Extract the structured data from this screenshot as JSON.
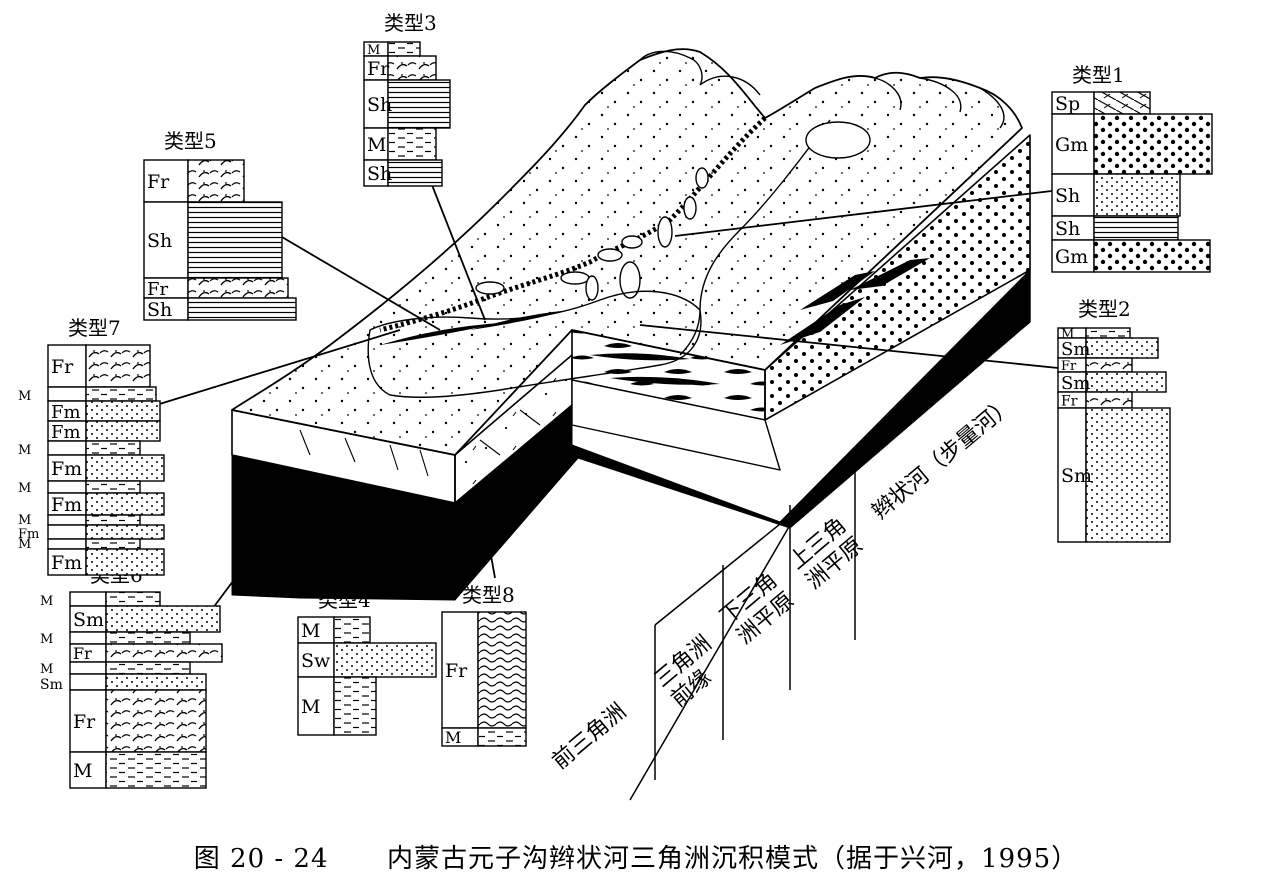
{
  "caption": {
    "figure_no": "图 20 - 24",
    "title": "内蒙古元子沟辫状河三角洲沉积模式（据于兴河，1995）"
  },
  "zones": [
    {
      "id": "z1",
      "lines": [
        "前三角洲"
      ]
    },
    {
      "id": "z2",
      "lines": [
        "三角洲",
        "前缘"
      ]
    },
    {
      "id": "z3",
      "lines": [
        "下三角",
        "洲平原"
      ]
    },
    {
      "id": "z4",
      "lines": [
        "上三角",
        "洲平原"
      ]
    },
    {
      "id": "z5",
      "lines": [
        "辫状河（步量河）"
      ]
    }
  ],
  "columns": [
    {
      "id": "type1",
      "title": "类型1",
      "layers": [
        {
          "code": "Sp",
          "pattern": "cross"
        },
        {
          "code": "Gm",
          "pattern": "gravel"
        },
        {
          "code": "Sh",
          "pattern": "sand"
        },
        {
          "code": "Sh",
          "pattern": "lines"
        },
        {
          "code": "Gm",
          "pattern": "gravel"
        }
      ]
    },
    {
      "id": "type2",
      "title": "类型2",
      "layers": [
        {
          "code": "M",
          "pattern": "dash"
        },
        {
          "code": "Sm",
          "pattern": "sand"
        },
        {
          "code": "Fr",
          "pattern": "ripple"
        },
        {
          "code": "Sm",
          "pattern": "sand"
        },
        {
          "code": "Fr",
          "pattern": "ripple"
        },
        {
          "code": "Sm",
          "pattern": "sand"
        }
      ]
    },
    {
      "id": "type3",
      "title": "类型3",
      "layers": [
        {
          "code": "M",
          "pattern": "dash"
        },
        {
          "code": "Fr",
          "pattern": "ripple"
        },
        {
          "code": "Sh",
          "pattern": "lines"
        },
        {
          "code": "M",
          "pattern": "dash"
        },
        {
          "code": "Sh",
          "pattern": "lines"
        }
      ]
    },
    {
      "id": "type4",
      "title": "类型4",
      "layers": [
        {
          "code": "M",
          "pattern": "dash"
        },
        {
          "code": "Sw",
          "pattern": "sand"
        },
        {
          "code": "M",
          "pattern": "dash"
        }
      ]
    },
    {
      "id": "type5",
      "title": "类型5",
      "layers": [
        {
          "code": "Fr",
          "pattern": "ripple"
        },
        {
          "code": "Sh",
          "pattern": "lines"
        },
        {
          "code": "Fr",
          "pattern": "ripple"
        },
        {
          "code": "Sh",
          "pattern": "lines"
        }
      ]
    },
    {
      "id": "type6",
      "title": "类型6",
      "layers": [
        {
          "code": "M",
          "pattern": "dash"
        },
        {
          "code": "Sm",
          "pattern": "sand"
        },
        {
          "code": "M",
          "pattern": "dash"
        },
        {
          "code": "Fr",
          "pattern": "ripple"
        },
        {
          "code": "M",
          "pattern": "dash"
        },
        {
          "code": "Sm",
          "pattern": "sand"
        },
        {
          "code": "Fr",
          "pattern": "ripple"
        },
        {
          "code": "M",
          "pattern": "dash"
        }
      ]
    },
    {
      "id": "type7",
      "title": "类型7",
      "layers": [
        {
          "code": "Fr",
          "pattern": "ripple"
        },
        {
          "code": "M",
          "pattern": "dash"
        },
        {
          "code": "Fm",
          "pattern": "sand"
        },
        {
          "code": "Fm",
          "pattern": "sand"
        },
        {
          "code": "M",
          "pattern": "dash"
        },
        {
          "code": "Fm",
          "pattern": "sand"
        },
        {
          "code": "M",
          "pattern": "dash"
        },
        {
          "code": "Fm",
          "pattern": "sand"
        },
        {
          "code": "M",
          "pattern": "dash"
        },
        {
          "code": "Fm",
          "pattern": "sand"
        },
        {
          "code": "M",
          "pattern": "dash"
        },
        {
          "code": "Fm",
          "pattern": "sand"
        }
      ]
    },
    {
      "id": "type8",
      "title": "类型8",
      "layers": [
        {
          "code": "Fr",
          "pattern": "wavy"
        },
        {
          "code": "M",
          "pattern": "dash"
        }
      ]
    }
  ]
}
